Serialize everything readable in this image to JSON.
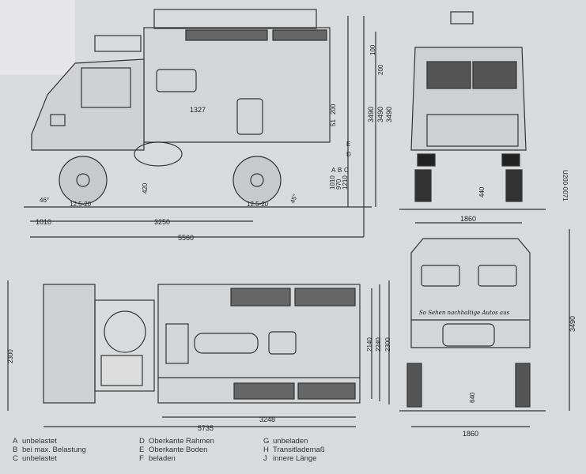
{
  "drawing": {
    "side_view": {
      "dims": {
        "front_overhang": "1010",
        "wheelbase": "3250",
        "overall_length": "5560",
        "box_length": "1327",
        "tyre_front": "12,5-20",
        "tyre_rear": "12,5-20",
        "ground_clearance": "420",
        "approach_angle": "46°",
        "departure_angle": "45°",
        "d51": "51",
        "d200": "200",
        "h100": "100",
        "h200": "200",
        "height1": "3490",
        "height2": "3490",
        "height3": "3490",
        "frame_a": "1010",
        "frame_b": "970",
        "frame_c": "1210"
      },
      "markers": [
        "A",
        "B",
        "C",
        "D",
        "E"
      ]
    },
    "front_view": {
      "track": "1860",
      "clearance": "440",
      "code": "U200-0071"
    },
    "top_view": {
      "width_outer": "2300",
      "width_a": "2140",
      "width_b": "2240",
      "width_c": "2300",
      "box_length": "3248",
      "overall_length": "5735"
    },
    "rear_view": {
      "track": "1860",
      "clearance": "640",
      "height": "3490",
      "slogan": "So Sehen nachhaltige Autos aus"
    }
  },
  "legend": [
    {
      "key": "A",
      "text": "unbelastet"
    },
    {
      "key": "B",
      "text": "bei max. Belastung"
    },
    {
      "key": "C",
      "text": "unbelastet"
    },
    {
      "key": "D",
      "text": "Oberkante Rahmen"
    },
    {
      "key": "E",
      "text": "Oberkante Boden"
    },
    {
      "key": "F",
      "text": "beladen"
    },
    {
      "key": "G",
      "text": "unbeladen"
    },
    {
      "key": "H",
      "text": "Transitlademaß"
    },
    {
      "key": "J",
      "text": "innere Länge"
    }
  ]
}
